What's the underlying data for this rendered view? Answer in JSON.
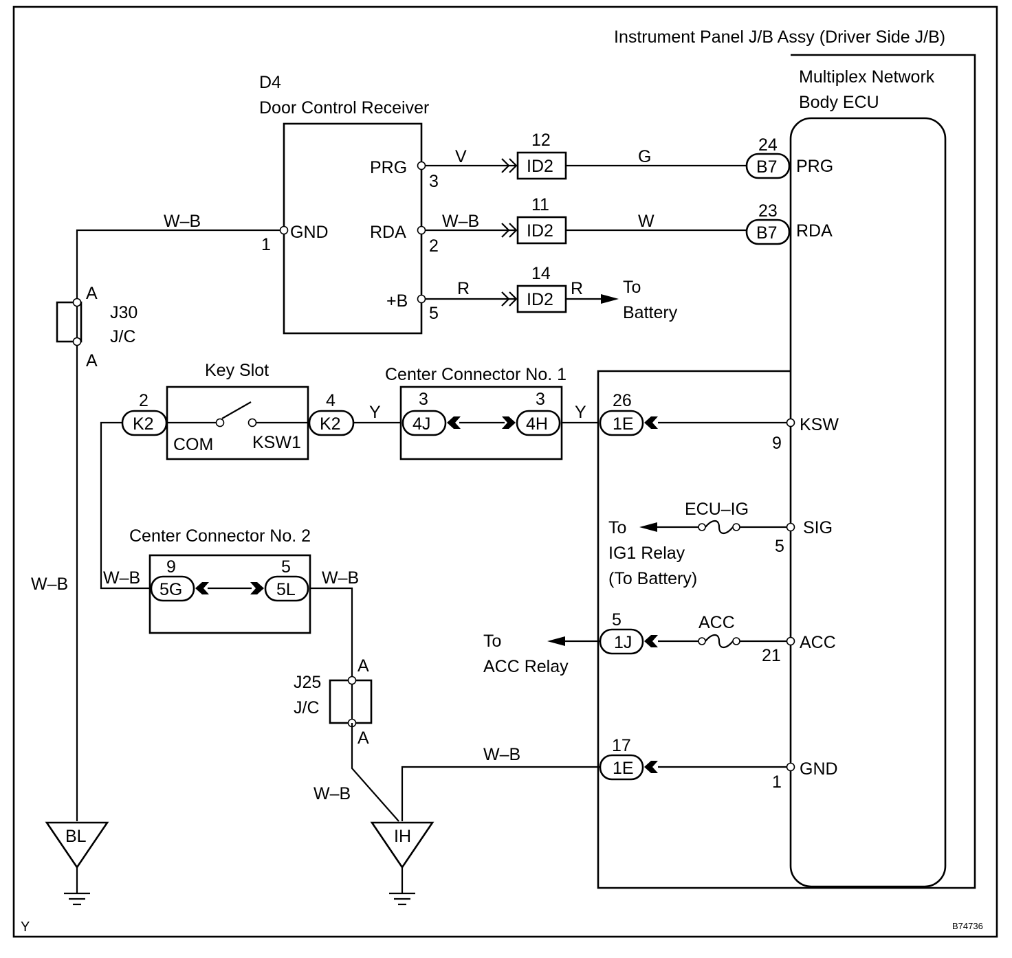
{
  "frame": {
    "corner_left": "Y",
    "figure_id": "B74736"
  },
  "jb": {
    "title": "Instrument Panel J/B Assy (Driver Side J/B)",
    "ecu_line1": "Multiplex Network",
    "ecu_line2": "Body ECU"
  },
  "d4": {
    "code": "D4",
    "name": "Door Control Receiver",
    "pins": [
      {
        "name": "GND",
        "num": "1"
      },
      {
        "name": "PRG",
        "num": "3"
      },
      {
        "name": "RDA",
        "num": "2"
      },
      {
        "name": "+B",
        "num": "5"
      }
    ]
  },
  "wires": {
    "gnd": "W–B",
    "prg": "V",
    "rda": "W–B",
    "b": "R",
    "prg_out": "G",
    "rda_out": "W",
    "b_out": "R",
    "y1": "Y",
    "y2": "Y",
    "bl_vertical": "W–B",
    "cc2_left": "W–B",
    "cc2_right": "W–B",
    "ih_left": "W–B",
    "ih_top": "W–B"
  },
  "id2": [
    {
      "pin": "12",
      "label": "ID2"
    },
    {
      "pin": "11",
      "label": "ID2"
    },
    {
      "pin": "14",
      "label": "ID2"
    }
  ],
  "b7": [
    {
      "pin": "24",
      "label": "B7"
    },
    {
      "pin": "23",
      "label": "B7"
    }
  ],
  "ecu_pins": [
    {
      "name": "PRG",
      "num": ""
    },
    {
      "name": "RDA",
      "num": ""
    },
    {
      "name": "KSW",
      "num": "9"
    },
    {
      "name": "SIG",
      "num": "5"
    },
    {
      "name": "ACC",
      "num": "21"
    },
    {
      "name": "GND",
      "num": "1"
    }
  ],
  "to_battery": [
    "To",
    "Battery"
  ],
  "j30": {
    "name": "J30",
    "type": "J/C",
    "top": "A",
    "bottom": "A"
  },
  "j25": {
    "name": "J25",
    "type": "J/C",
    "top": "A",
    "bottom": "A"
  },
  "key_slot": {
    "name": "Key Slot",
    "com": "COM",
    "ksw1": "KSW1",
    "left": {
      "pin": "2",
      "label": "K2"
    },
    "right": {
      "pin": "4",
      "label": "K2"
    }
  },
  "cc1": {
    "name": "Center Connector No. 1",
    "left": {
      "pin": "3",
      "label": "4J"
    },
    "right": {
      "pin": "3",
      "label": "4H"
    }
  },
  "cc2": {
    "name": "Center Connector No. 2",
    "left": {
      "pin": "9",
      "label": "5G"
    },
    "right": {
      "pin": "5",
      "label": "5L"
    }
  },
  "jb_connectors": [
    {
      "pin": "26",
      "label": "1E"
    },
    {
      "pin": "5",
      "label": "1J"
    },
    {
      "pin": "17",
      "label": "1E"
    }
  ],
  "fuses": {
    "ecu_ig": "ECU–IG",
    "acc": "ACC"
  },
  "to_ig1": [
    "To",
    "IG1 Relay",
    "(To Battery)"
  ],
  "to_acc": [
    "To",
    "ACC Relay"
  ],
  "grounds": {
    "bl": "BL",
    "ih": "IH"
  }
}
